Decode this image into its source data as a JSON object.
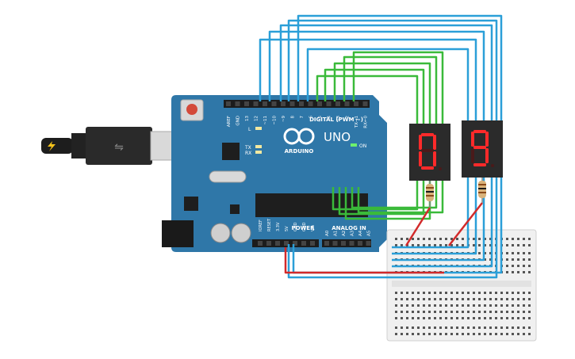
{
  "board": {
    "logo_text": "ARDUINO",
    "model": "UNO",
    "digital_label": "DIGITAL (PWM ~)",
    "power_label": "POWER",
    "analog_label": "ANALOG IN",
    "on_label": "ON",
    "l_label": "L",
    "tx_label": "TX",
    "rx_label": "RX",
    "digital_pins": [
      "AREF",
      "GND",
      "13",
      "12",
      "~11",
      "~10",
      "~9",
      "8",
      "7",
      "~6",
      "~5",
      "4",
      "~3",
      "2",
      "TX→1",
      "RX←0"
    ],
    "power_pins": [
      "IOREF",
      "RESET",
      "3.3V",
      "5V",
      "GND",
      "GND",
      "Vin"
    ],
    "analog_pins": [
      "A0",
      "A1",
      "A2",
      "A3",
      "A4",
      "A5"
    ]
  },
  "displays": [
    {
      "digit": "0",
      "segments": [
        "a",
        "b",
        "c",
        "d",
        "e",
        "f"
      ]
    },
    {
      "digit": "9",
      "segments": [
        "a",
        "b",
        "c",
        "d",
        "f",
        "g"
      ]
    }
  ],
  "colors": {
    "board": "#2f77a8",
    "board_dark": "#235f88",
    "wire_blue": "#2b9fd8",
    "wire_green": "#3aba3a",
    "wire_red": "#d22a2a",
    "segment_on": "#ff2a2a",
    "segment_off": "#4a1a1a",
    "display_body": "#2b2b2b",
    "breadboard": "#f0f0f0"
  }
}
